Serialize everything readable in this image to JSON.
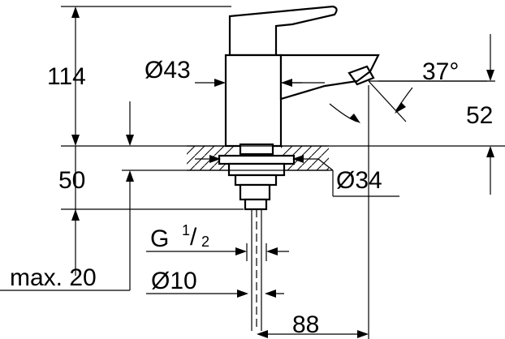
{
  "dimensions": {
    "height_total": "114",
    "body_diameter": "Ø43",
    "spout_angle": "37°",
    "spout_height": "52",
    "deck_depth": "50",
    "shank_diameter": "Ø34",
    "thread_prefix": "G",
    "thread_num": "1",
    "thread_slash": "/",
    "thread_den": "2",
    "max_deck": "max. 20",
    "pipe_diameter": "Ø10",
    "spout_reach": "88"
  }
}
